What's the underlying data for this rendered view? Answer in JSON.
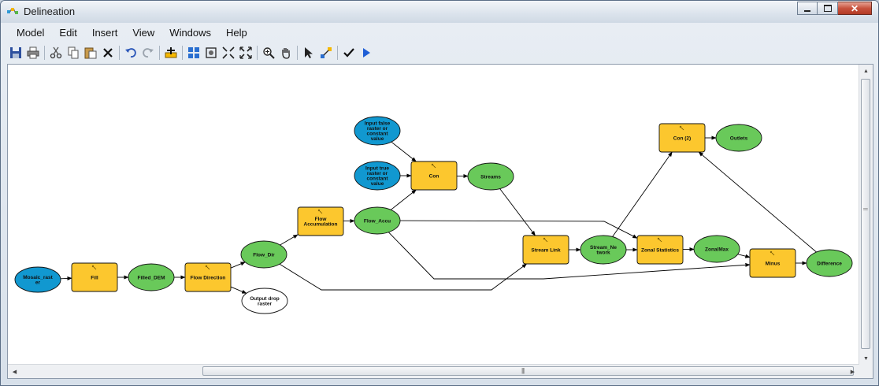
{
  "window": {
    "title": "Delineation"
  },
  "menu": [
    "Model",
    "Edit",
    "Insert",
    "View",
    "Windows",
    "Help"
  ],
  "toolbar": [
    "save-icon",
    "print-icon",
    "sep",
    "cut-icon",
    "copy-icon",
    "paste-icon",
    "delete-icon",
    "sep",
    "undo-icon",
    "redo-icon",
    "sep",
    "add-data-icon",
    "sep",
    "auto-layout-icon",
    "full-extent-icon",
    "fit-icon",
    "zoom-to-fit-icon",
    "sep",
    "zoom-in-icon",
    "pan-icon",
    "sep",
    "select-icon",
    "connect-icon",
    "sep",
    "validate-icon",
    "run-icon"
  ],
  "colors": {
    "input_data": "#1198d0",
    "tool": "#fcc72e",
    "derived_data": "#69c95a",
    "empty_output": "#ffffff"
  },
  "diagram": {
    "nodes": [
      {
        "id": "mosaic",
        "kind": "input",
        "label": [
          "Mosaic_rast",
          "er"
        ]
      },
      {
        "id": "fill",
        "kind": "tool",
        "label": [
          "Fill"
        ]
      },
      {
        "id": "filled",
        "kind": "derived",
        "label": [
          "Filled_DEM"
        ]
      },
      {
        "id": "flowdir_tool",
        "kind": "tool",
        "label": [
          "Flow Direction"
        ]
      },
      {
        "id": "flowdir",
        "kind": "derived",
        "label": [
          "Flow_Dir"
        ]
      },
      {
        "id": "droprast",
        "kind": "empty",
        "label": [
          "Output drop",
          "raster"
        ]
      },
      {
        "id": "flowacc_tool",
        "kind": "tool",
        "label": [
          "Flow",
          "Accumulation"
        ]
      },
      {
        "id": "flowacc",
        "kind": "derived",
        "label": [
          "Flow_Accu"
        ]
      },
      {
        "id": "inputfalse",
        "kind": "input",
        "label": [
          "Input false",
          "raster or",
          "constant",
          "value"
        ]
      },
      {
        "id": "inputtrue",
        "kind": "input",
        "label": [
          "Input true",
          "raster or",
          "constant",
          "value"
        ]
      },
      {
        "id": "con",
        "kind": "tool",
        "label": [
          "Con"
        ]
      },
      {
        "id": "streams",
        "kind": "derived",
        "label": [
          "Streams"
        ]
      },
      {
        "id": "streamlink",
        "kind": "tool",
        "label": [
          "Stream Link"
        ]
      },
      {
        "id": "streamnet",
        "kind": "derived",
        "label": [
          "Stream_Ne",
          "twork"
        ]
      },
      {
        "id": "zonal",
        "kind": "tool",
        "label": [
          "Zonal Statistics"
        ]
      },
      {
        "id": "zonalmax",
        "kind": "derived",
        "label": [
          "ZonalMax"
        ]
      },
      {
        "id": "minus",
        "kind": "tool",
        "label": [
          "Minus"
        ]
      },
      {
        "id": "difference",
        "kind": "derived",
        "label": [
          "Difference"
        ]
      },
      {
        "id": "con2",
        "kind": "tool",
        "label": [
          "Con (2)"
        ]
      },
      {
        "id": "outlets",
        "kind": "derived",
        "label": [
          "Outlets"
        ]
      }
    ],
    "edges": [
      [
        "mosaic",
        "fill"
      ],
      [
        "fill",
        "filled"
      ],
      [
        "filled",
        "flowdir_tool"
      ],
      [
        "flowdir_tool",
        "flowdir"
      ],
      [
        "flowdir_tool",
        "droprast"
      ],
      [
        "flowdir",
        "flowacc_tool"
      ],
      [
        "flowacc_tool",
        "flowacc"
      ],
      [
        "flowacc",
        "con"
      ],
      [
        "inputfalse",
        "con"
      ],
      [
        "inputtrue",
        "con"
      ],
      [
        "con",
        "streams"
      ],
      [
        "streams",
        "streamlink"
      ],
      [
        "flowdir",
        "streamlink"
      ],
      [
        "streamlink",
        "streamnet"
      ],
      [
        "streamnet",
        "zonal"
      ],
      [
        "flowacc",
        "zonal"
      ],
      [
        "zonal",
        "zonalmax"
      ],
      [
        "zonalmax",
        "minus"
      ],
      [
        "flowacc",
        "minus"
      ],
      [
        "minus",
        "difference"
      ],
      [
        "difference",
        "con2"
      ],
      [
        "streamnet",
        "con2"
      ],
      [
        "con2",
        "outlets"
      ]
    ]
  }
}
